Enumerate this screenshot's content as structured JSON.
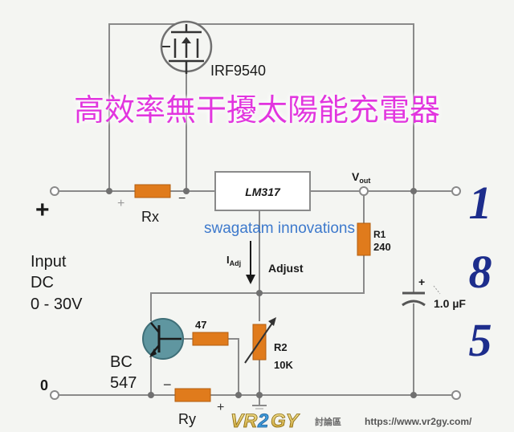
{
  "title": "高效率無干擾太陽能充電器",
  "watermark_author": "swagatam innovations",
  "side_number": [
    "1",
    "8",
    "5"
  ],
  "components": {
    "mosfet": "IRF9540",
    "regulator": "LM317",
    "rx": "Rx",
    "ry": "Ry",
    "r1_name": "R1",
    "r1_value": "240",
    "r2_name": "R2",
    "r2_value": "10K",
    "r47": "47",
    "capacitor": "1.0 µF",
    "transistor_line1": "BC",
    "transistor_line2": "547"
  },
  "labels": {
    "vout_main": "V",
    "vout_sub": "out",
    "iadj_main": "I",
    "iadj_sub": "Adj",
    "adjust": "Adjust",
    "input_line1": "Input",
    "input_line2": "DC",
    "input_line3": "0 - 30V",
    "plus_terminal": "+",
    "zero_terminal": "0",
    "rx_plus": "+",
    "rx_minus": "−",
    "ry_minus": "−",
    "ry_plus": "+",
    "cap_plus": "+"
  },
  "footer": {
    "logo_vr": "VR",
    "logo_2": "2",
    "logo_gy": "GY",
    "logo_forum": "討論區",
    "url": "https://www.vr2gy.com/"
  },
  "colors": {
    "background": "#f4f5f2",
    "wire": "#8a8a8a",
    "resistor": "#e07b1c",
    "transistor": "#5f96a0",
    "title": "#e236df",
    "title_glow": "#ffffff",
    "side_number": "#1d2d8c",
    "watermark": "#2a6cc8"
  }
}
